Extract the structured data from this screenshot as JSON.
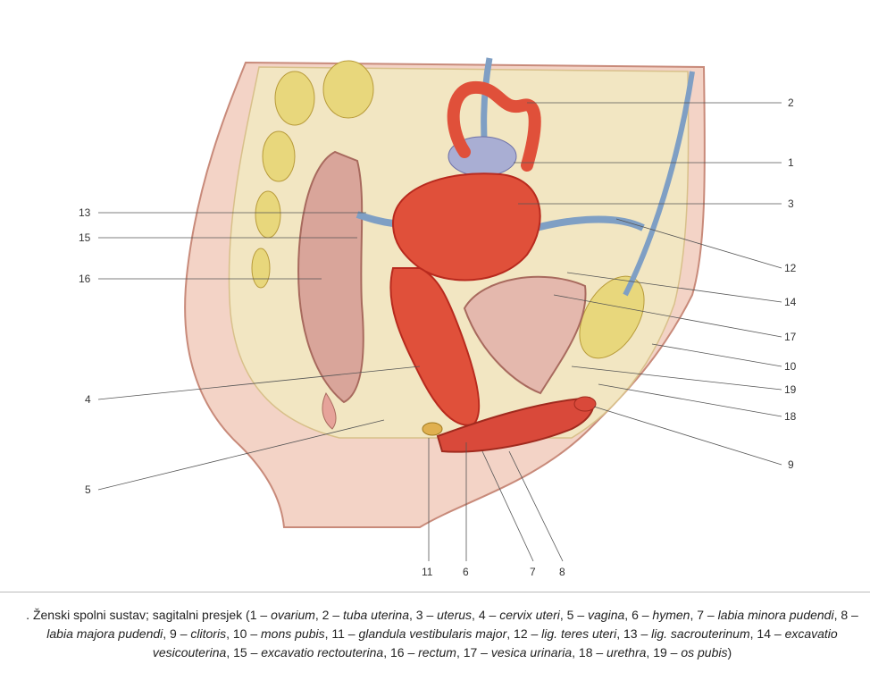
{
  "labels": {
    "n1": "1",
    "n2": "2",
    "n3": "3",
    "n4": "4",
    "n5": "5",
    "n6": "6",
    "n7": "7",
    "n8": "8",
    "n9": "9",
    "n10": "10",
    "n11": "11",
    "n12": "12",
    "n13": "13",
    "n14": "14",
    "n15": "15",
    "n16": "16",
    "n17": "17",
    "n18": "18",
    "n19": "19"
  },
  "caption": {
    "intro": ". Ženski spolni sustav; sagitalni presjek (",
    "items": [
      {
        "num": "1",
        "term": "ovarium"
      },
      {
        "num": "2",
        "term": "tuba uterina"
      },
      {
        "num": "3",
        "term": "uterus"
      },
      {
        "num": "4",
        "term": "cervix uteri"
      },
      {
        "num": "5",
        "term": "vagina"
      },
      {
        "num": "6",
        "term": "hymen"
      },
      {
        "num": "7",
        "term": "labia minora pudendi"
      },
      {
        "num": "8",
        "term": "labia majora pudendi"
      },
      {
        "num": "9",
        "term": "clitoris"
      },
      {
        "num": "10",
        "term": "mons pubis"
      },
      {
        "num": "11",
        "term": "glandula vestibularis major"
      },
      {
        "num": "12",
        "term": "lig. teres uteri"
      },
      {
        "num": "13",
        "term": "lig. sacrouterinum"
      },
      {
        "num": "14",
        "term": "excavatio vesicouterina"
      },
      {
        "num": "15",
        "term": "excavatio rectouterina"
      },
      {
        "num": "16",
        "term": "rectum"
      },
      {
        "num": "17",
        "term": "vesica urinaria"
      },
      {
        "num": "18",
        "term": "urethra"
      },
      {
        "num": "19",
        "term": "os pubis"
      }
    ],
    "sep": " – ",
    "outro": ")"
  },
  "colors": {
    "skin": "#f3d3c6",
    "skin_edge": "#c88a7a",
    "fat": "#f2e6c2",
    "bone": "#e8d77c",
    "organ": "#e0503a",
    "organ_dark": "#b82a1e",
    "rectum": "#d9a59a",
    "bladder": "#e4b8ad",
    "vessel": "#7f9fc4"
  }
}
